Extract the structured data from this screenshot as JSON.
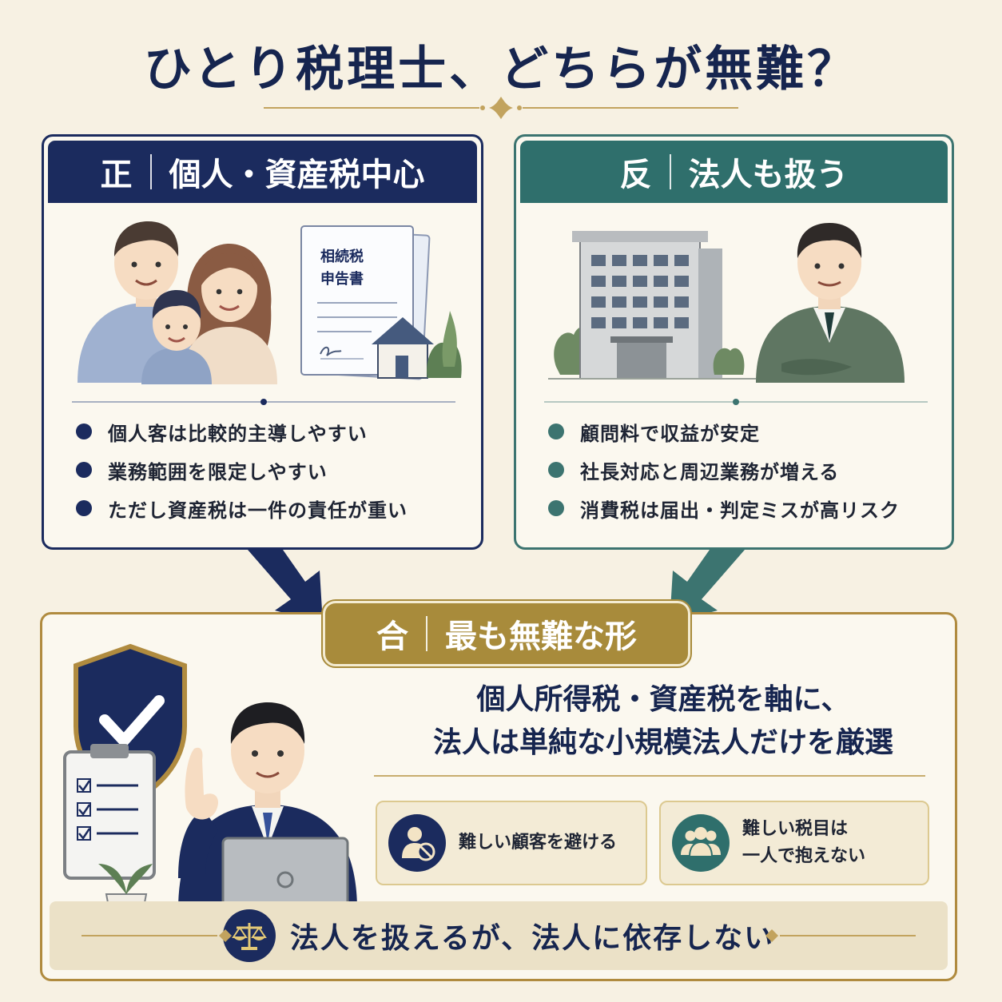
{
  "title": "ひとり税理士、どちらが無難？",
  "thesis": {
    "marker": "正",
    "heading": "個人・資産税中心",
    "document_label_line1": "相続税",
    "document_label_line2": "申告書",
    "points": [
      "個人客は比較的主導しやすい",
      "業務範囲を限定しやすい",
      "ただし資産税は一件の責任が重い"
    ]
  },
  "antithesis": {
    "marker": "反",
    "heading": "法人も扱う",
    "points": [
      "顧問料で収益が安定",
      "社長対応と周辺業務が増える",
      "消費税は届出・判定ミスが高リスク"
    ]
  },
  "synthesis": {
    "marker": "合",
    "heading": "最も無難な形",
    "main_line1": "個人所得税・資産税を軸に、",
    "main_line2": "法人は単純な小規模法人だけを厳選",
    "tip1": "難しい顧客を避ける",
    "tip2_line1": "難しい税目は",
    "tip2_line2": "一人で抱えない",
    "conclusion": "法人を扱えるが、法人に依存しない"
  },
  "colors": {
    "navy": "#1b2b5e",
    "teal": "#2f6f6c",
    "gold": "#a88b3b",
    "background": "#f7f1e3"
  }
}
